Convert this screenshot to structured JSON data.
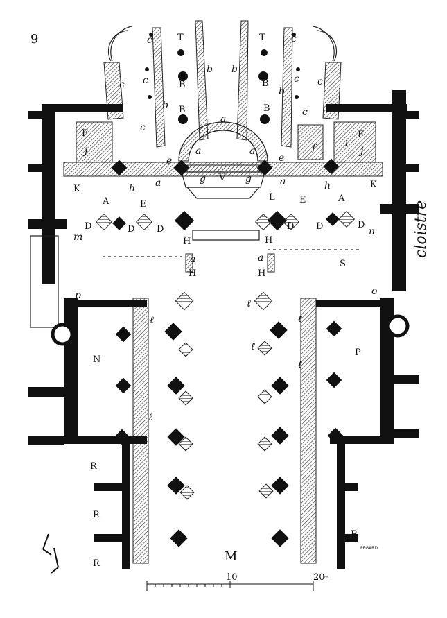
{
  "figure_number": "9",
  "side_label": "cloistre",
  "engraver_signature": "PEGARD",
  "scale": {
    "mid_label": "10",
    "end_label": "20",
    "unit": "m."
  },
  "labels": {
    "T": "T",
    "B": "B",
    "V": "V",
    "F": "F",
    "K": "K",
    "A": "A",
    "E": "E",
    "D": "D",
    "L": "L",
    "H": "H",
    "S": "S",
    "G": "G",
    "N": "N",
    "P": "P",
    "R": "R",
    "M": "M",
    "a": "a",
    "b": "b",
    "c": "c",
    "e": "e",
    "f": "f",
    "g": "g",
    "h": "h",
    "i": "i",
    "j": "j",
    "l": "ℓ",
    "m": "m",
    "n": "n",
    "o": "o",
    "p": "p"
  },
  "colors": {
    "ink": "#111111",
    "paper": "#ffffff"
  }
}
